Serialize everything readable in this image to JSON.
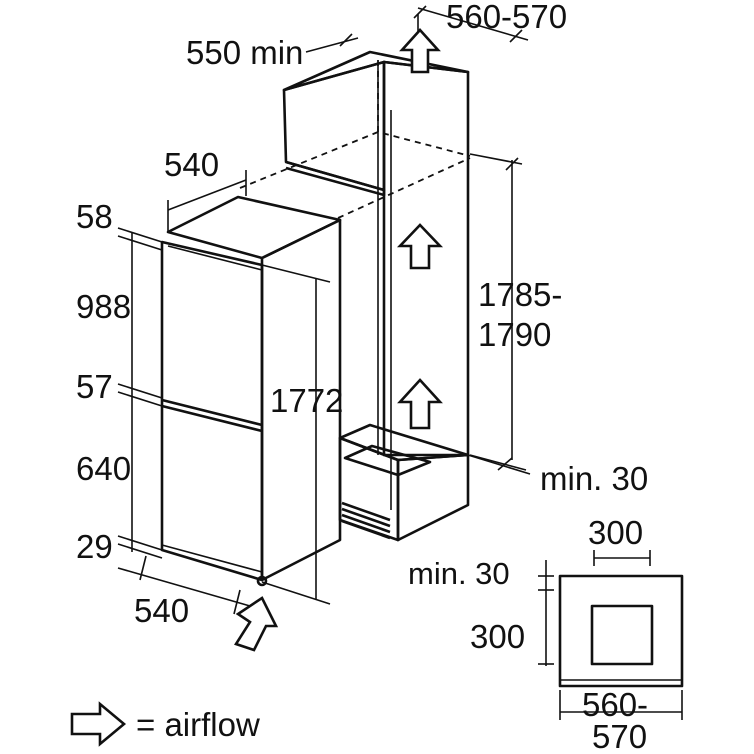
{
  "labels": {
    "niche_depth_top": "560-570",
    "niche_depth_min": "550 min",
    "fridge_width_top": "540",
    "dim_top_gap": "58",
    "dim_fridge_section": "988",
    "dim_middle_gap": "57",
    "dim_freezer_section": "640",
    "dim_bottom_gap": "29",
    "fridge_width_bottom": "540",
    "appliance_height": "1772",
    "niche_height_line1": "1785-",
    "niche_height_line2": "1790",
    "niche_bottom_clearance": "min. 30",
    "vent_width": "300",
    "vent_top_clearance": "min. 30",
    "vent_height": "300",
    "niche_width_line1": "560-",
    "niche_width_line2": "570"
  },
  "legend": {
    "airflow_label": "= airflow"
  },
  "icons": {
    "airflow": "outlined-block-arrow-icon"
  }
}
